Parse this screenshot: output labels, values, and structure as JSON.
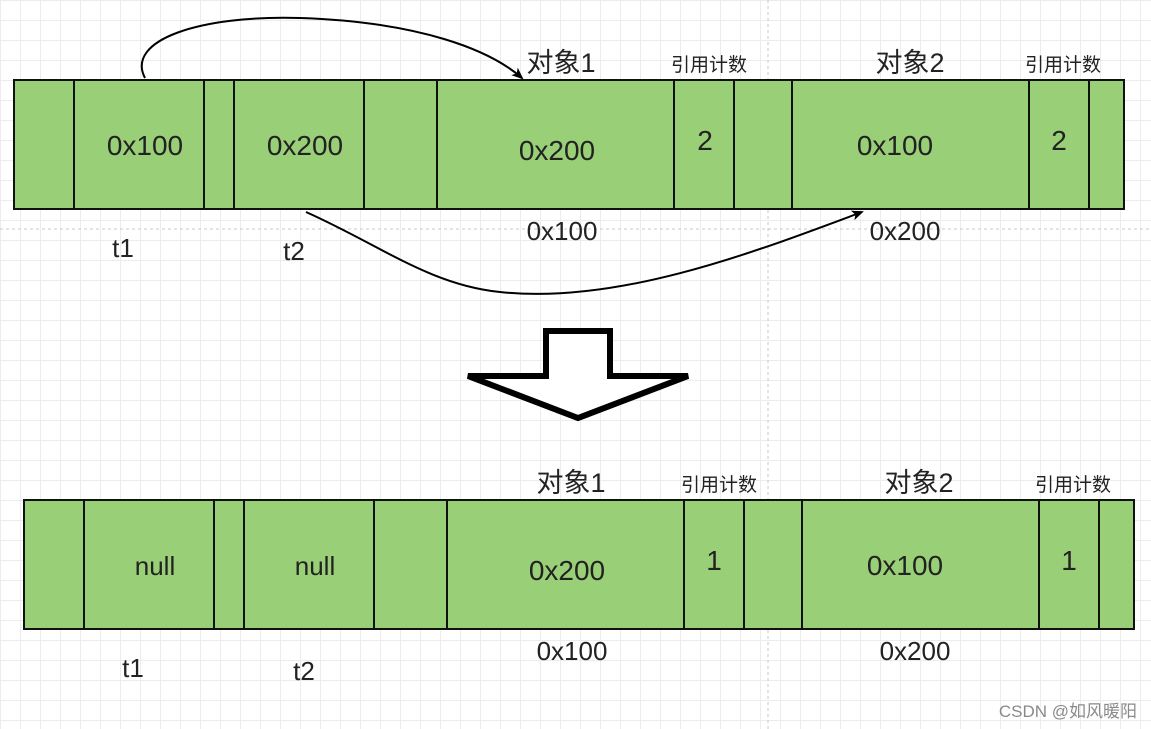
{
  "colors": {
    "cell_fill": "#99cf76",
    "stroke": "#111111",
    "arrow": "#000000"
  },
  "before": {
    "t1_ref": "0x100",
    "t2_ref": "0x200",
    "t1_label": "t1",
    "t2_label": "t2",
    "obj1_title": "对象1",
    "obj1_field": "0x200",
    "obj1_count_label": "引用计数",
    "obj1_count": "2",
    "obj1_addr": "0x100",
    "obj2_title": "对象2",
    "obj2_field": "0x100",
    "obj2_count_label": "引用计数",
    "obj2_count": "2",
    "obj2_addr": "0x200"
  },
  "after": {
    "t1_ref": "null",
    "t2_ref": "null",
    "t1_label": "t1",
    "t2_label": "t2",
    "obj1_title": "对象1",
    "obj1_field": "0x200",
    "obj1_count_label": "引用计数",
    "obj1_count": "1",
    "obj1_addr": "0x100",
    "obj2_title": "对象2",
    "obj2_field": "0x100",
    "obj2_count_label": "引用计数",
    "obj2_count": "1",
    "obj2_addr": "0x200"
  },
  "watermark": "CSDN @如风暖阳"
}
